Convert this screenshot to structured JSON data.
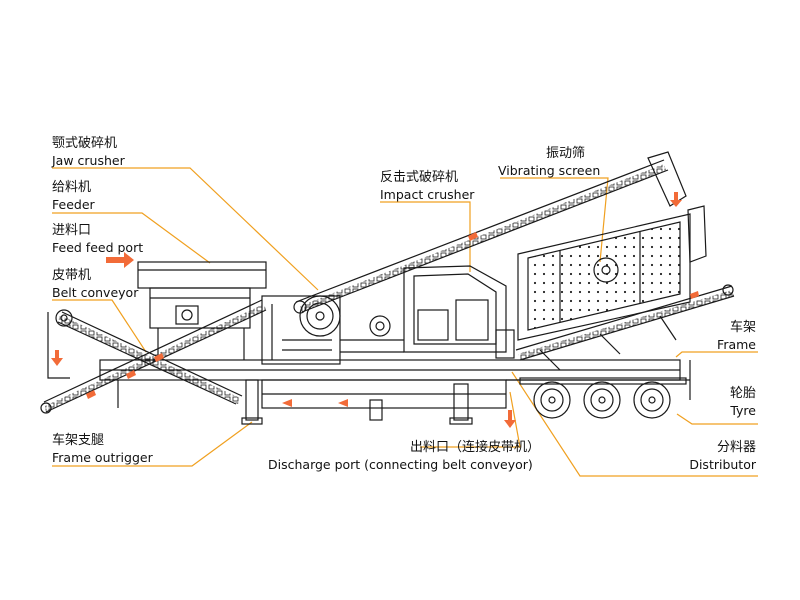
{
  "labels": {
    "jaw_crusher": {
      "cn": "颚式破碎机",
      "en": "Jaw crusher"
    },
    "feeder": {
      "cn": "给料机",
      "en": "Feeder"
    },
    "feed_port": {
      "cn": "进料口",
      "en": "Feed feed port"
    },
    "belt_conveyor": {
      "cn": "皮带机",
      "en": "Belt conveyor"
    },
    "impact_crusher": {
      "cn": "反击式破碎机",
      "en": "Impact crusher"
    },
    "vibrating_screen": {
      "cn": "振动筛",
      "en": "Vibrating screen"
    },
    "frame": {
      "cn": "车架",
      "en": "Frame"
    },
    "tyre": {
      "cn": "轮胎",
      "en": "Tyre"
    },
    "distributor": {
      "cn": "分料器",
      "en": "Distributor"
    },
    "frame_outrigger": {
      "cn": "车架支腿",
      "en": "Frame outrigger"
    },
    "discharge_port": {
      "cn": "出料口（连接皮带机）",
      "en": "Discharge port (connecting belt conveyor)"
    }
  },
  "colors": {
    "leader": "#f0a020",
    "arrow": "#f26b38",
    "machine": "#1a1a1a"
  }
}
